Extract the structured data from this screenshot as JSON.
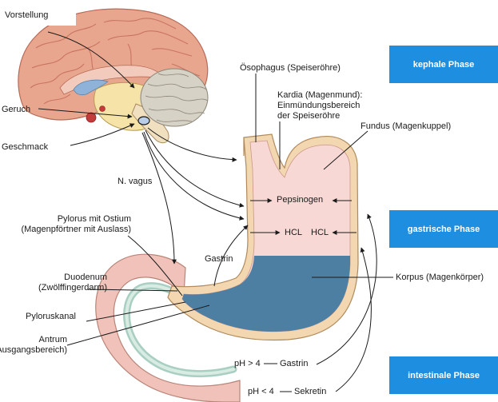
{
  "labels": {
    "vorstellung": "Vorstellung",
    "geruch": "Geruch",
    "geschmack": "Geschmack",
    "n_vagus": "N. vagus",
    "pylorus": [
      "Pylorus mit Ostium",
      "(Magenpförtner mit Auslass)"
    ],
    "duodenum": [
      "Duodenum",
      "(Zwölffingerdarm)"
    ],
    "pyloruskanal": "Pyloruskanal",
    "antrum": [
      "Antrum",
      "(Ausgangsbereich)"
    ],
    "oesophagus": "Ösophagus (Speiseröhre)",
    "kardia": [
      "Kardia (Magenmund):",
      "Einmündungsbereich",
      "der Speiseröhre"
    ],
    "fundus": "Fundus (Magenkuppel)",
    "pepsinogen": "Pepsinogen",
    "hcl_left": "HCL",
    "hcl_right": "HCL",
    "gastrin": "Gastrin",
    "korpus": "Korpus (Magenkörper)",
    "ph_high": "pH > 4",
    "gastrin_low": "Gastrin",
    "ph_low": "pH < 4",
    "sekretin": "Sekretin"
  },
  "phases": {
    "kephale": "kephale Phase",
    "gastrische": "gastrische Phase",
    "intestinale": "intestinale Phase"
  },
  "colors": {
    "phase_box": "#1e8fe0",
    "stomach_wall": "#f2d7b0",
    "stomach_inner": "#f8d8d4",
    "gastric_fluid": "#4d7fa3",
    "brain": "#e9a68f",
    "brain_dark": "#c8745f"
  }
}
